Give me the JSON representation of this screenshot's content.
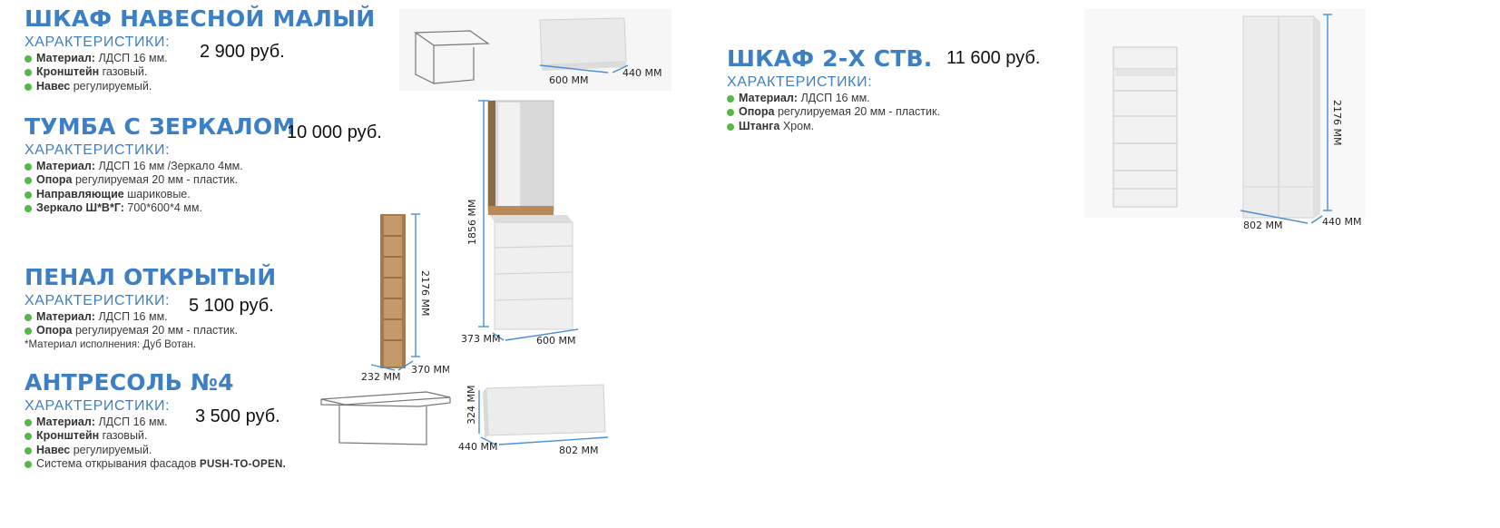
{
  "products": {
    "shkaf_naves": {
      "title": "ШКАФ НАВЕСНОЙ МАЛЫЙ",
      "subtitle": "ХАРАКТЕРИСТИКИ:",
      "price": "2 900 руб.",
      "specs": [
        {
          "label": "Материал:",
          "value": " ЛДСП 16 мм."
        },
        {
          "label": "Кронштейн",
          "value": " газовый."
        },
        {
          "label": "Навес",
          "value": " регулируемый."
        }
      ],
      "dims": {
        "width": "600 ММ",
        "depth": "440 ММ"
      }
    },
    "tumba": {
      "title": "ТУМБА С ЗЕРКАЛОМ",
      "subtitle": "ХАРАКТЕРИСТИКИ:",
      "price": "10 000 руб.",
      "specs": [
        {
          "label": "Материал:",
          "value": " ЛДСП 16 мм /Зеркало 4мм."
        },
        {
          "label": "Опора",
          "value": " регулируемая 20 мм - пластик."
        },
        {
          "label": "Направляющие",
          "value": " шариковые."
        },
        {
          "label": "Зеркало Ш*В*Г:",
          "value": " 700*600*4 мм."
        }
      ],
      "dims": {
        "height": "1856 ММ",
        "depth": "373 ММ",
        "width": "600 ММ"
      }
    },
    "penal": {
      "title": "ПЕНАЛ ОТКРЫТЫЙ",
      "subtitle": "ХАРАКТЕРИСТИКИ:",
      "price": "5 100 руб.",
      "specs": [
        {
          "label": "Материал:",
          "value": " ЛДСП 16 мм."
        },
        {
          "label": "Опора",
          "value": " регулируемая 20 мм - пластик."
        }
      ],
      "note": "*Материал исполнения: Дуб Вотан.",
      "dims": {
        "height": "2176 ММ",
        "width": "232 ММ",
        "depth": "370 ММ"
      }
    },
    "antresol": {
      "title": "АНТРЕСОЛЬ №4",
      "subtitle": "ХАРАКТЕРИСТИКИ:",
      "price": "3 500 руб.",
      "specs": [
        {
          "label": "Материал:",
          "value": " ЛДСП 16 мм."
        },
        {
          "label": "Кронштейн",
          "value": " газовый."
        },
        {
          "label": "Навес",
          "value": " регулируемый."
        }
      ],
      "system": {
        "text": "Система открывания фасадов ",
        "caps": "PUSH-TO-OPEN."
      },
      "dims": {
        "height": "324 ММ",
        "depth": "440 ММ",
        "width": "802 ММ"
      }
    },
    "shkaf2": {
      "title": "ШКАФ 2-Х СТВ.",
      "subtitle": "ХАРАКТЕРИСТИКИ:",
      "price": "11 600 руб.",
      "specs": [
        {
          "label": "Материал:",
          "value": " ЛДСП 16 мм."
        },
        {
          "label": "Опора",
          "value": " регулируемая 20 мм - пластик."
        },
        {
          "label": "Штанга",
          "value": " Хром."
        }
      ],
      "dims": {
        "height": "2176 ММ",
        "width": "802 ММ",
        "depth": "440 ММ"
      }
    }
  },
  "colors": {
    "title_blue": "#3d7fc4",
    "bullet_green": "#56b848",
    "dim_line": "#4a8fd6",
    "panel": "#ececec"
  }
}
